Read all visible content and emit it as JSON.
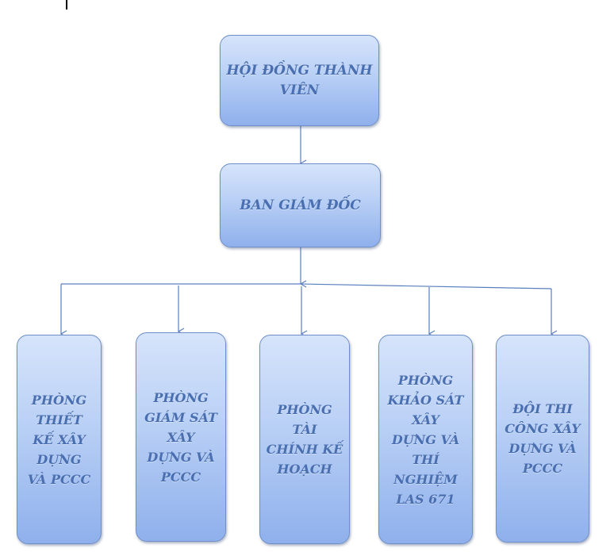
{
  "nodes": {
    "council": {
      "label": "HỘI ĐỒNG THÀNH\nVIÊN"
    },
    "board": {
      "label": "BAN GIÁM ĐỐC"
    },
    "design": {
      "label": "PHÒNG\nTHIẾT\nKẾ XÂY\nDỰNG\nVÀ PCCC"
    },
    "supervision": {
      "label": "PHÒNG\nGIÁM SÁT\nXÂY\nDỰNG VÀ\nPCCC"
    },
    "finance": {
      "label": "PHÒNG\nTÀI\nCHÍNH KẾ\nHOẠCH"
    },
    "survey": {
      "label": "PHÒNG\nKHẢO SÁT\nXÂY\nDỰNG VÀ\nTHÍ\nNGHIỆM\nLAS 671"
    },
    "construction": {
      "label": "ĐỘI THI\nCÔNG XÂY\nDỰNG VÀ\nPCCC"
    }
  },
  "colors": {
    "box_border": "#6f8fc8",
    "box_text": "#4a6fb0",
    "connector": "#5a7fbf"
  }
}
